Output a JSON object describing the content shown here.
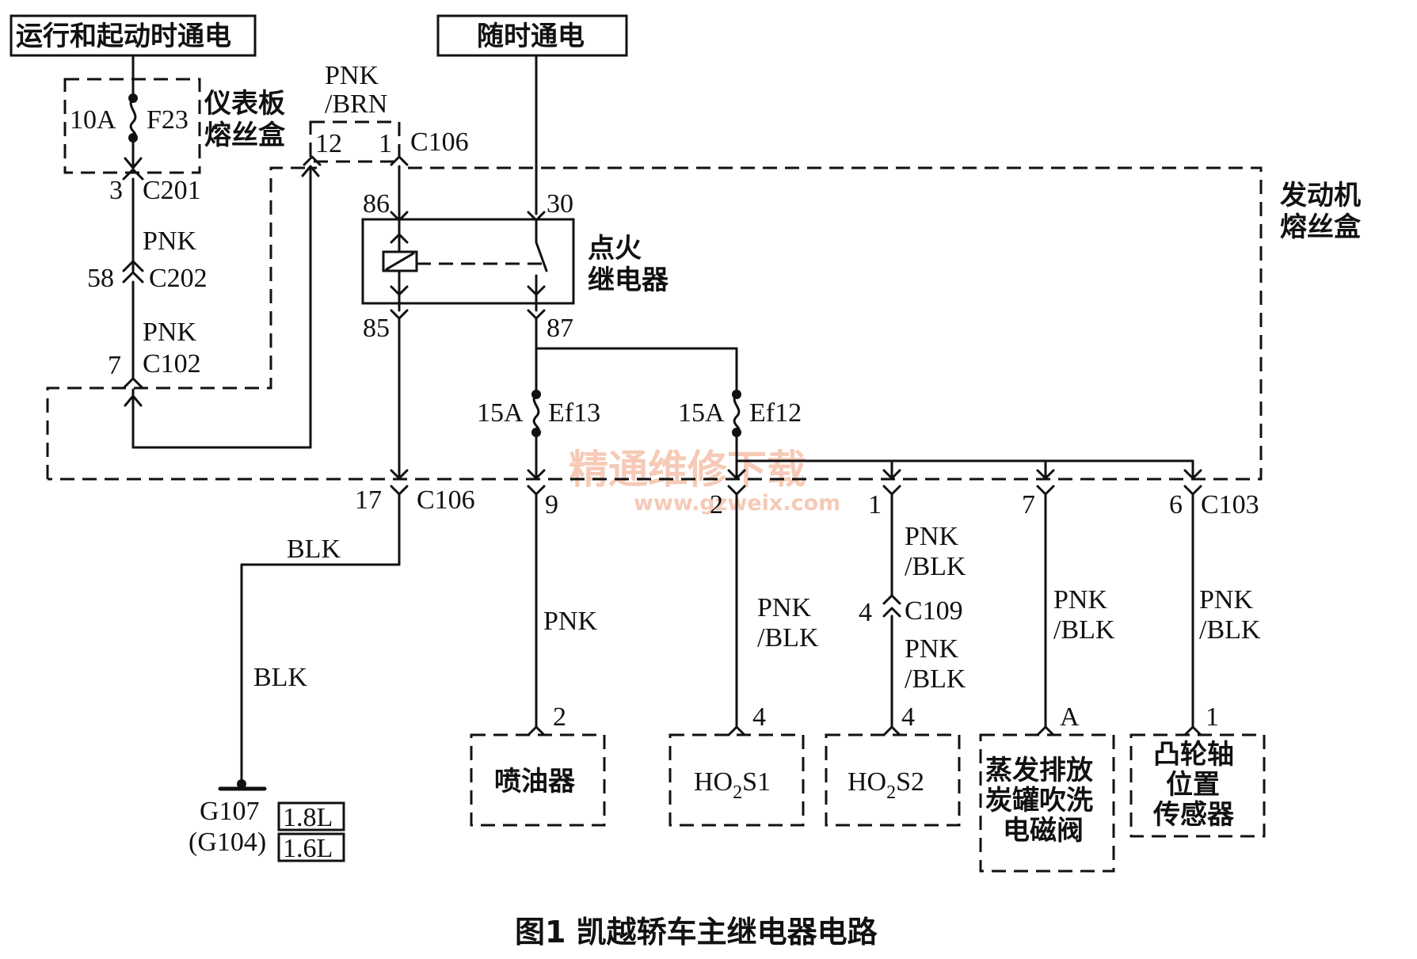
{
  "power_sources": {
    "run_start": "运行和起动时通电",
    "always_on": "随时通电"
  },
  "fuse_boxes": {
    "panel": [
      "仪表板",
      "熔丝盒"
    ],
    "engine": [
      "发动机",
      "熔丝盒"
    ]
  },
  "fuses": {
    "f23_rating": "10A",
    "f23_name": "F23",
    "ef13_rating": "15A",
    "ef13_name": "Ef13",
    "ef12_rating": "15A",
    "ef12_name": "Ef12"
  },
  "relay": {
    "name": [
      "点火",
      "继电器"
    ],
    "pins": {
      "p86": "86",
      "p30": "30",
      "p85": "85",
      "p87": "87"
    }
  },
  "connectors": {
    "c201": "C201",
    "c201_pin": "3",
    "c202": "C202",
    "c202_pin": "58",
    "c102": "C102",
    "c102_pin": "7",
    "c106_top": "C106",
    "c106_top_pin_a": "12",
    "c106_top_pin_b": "1",
    "c106_bottom": "C106",
    "c106_bottom_pin": "17",
    "c103": "C103",
    "c103_pins": [
      "9",
      "2",
      "1",
      "7",
      "6"
    ],
    "c109": "C109",
    "c109_pin": "4"
  },
  "wire_colors": {
    "pnk": "PNK",
    "pnk_brn": [
      "PNK",
      "/BRN"
    ],
    "pnk_blk": [
      "PNK",
      "/BLK"
    ],
    "blk": "BLK"
  },
  "ground": {
    "g107": "G107",
    "g107_engine": "1.8L",
    "g104": "(G104)",
    "g104_engine": "1.6L"
  },
  "components": {
    "injector": {
      "label": "喷油器",
      "pin": "2"
    },
    "ho2s1": {
      "label_main": "HO",
      "label_sub": "2",
      "label_tail": "S1",
      "pin": "4"
    },
    "ho2s2": {
      "label_main": "HO",
      "label_sub": "2",
      "label_tail": "S2",
      "pin": "4"
    },
    "evap": {
      "label": [
        "蒸发排放",
        "炭罐吹洗",
        "电磁阀"
      ],
      "pin": "A"
    },
    "cam": {
      "label": [
        "凸轮轴",
        "位置",
        "传感器"
      ],
      "pin": "1"
    }
  },
  "watermark": {
    "text": "精通维修下载",
    "url": "www.gzweix.com"
  },
  "caption": "图1  凯越轿车主继电器电路"
}
